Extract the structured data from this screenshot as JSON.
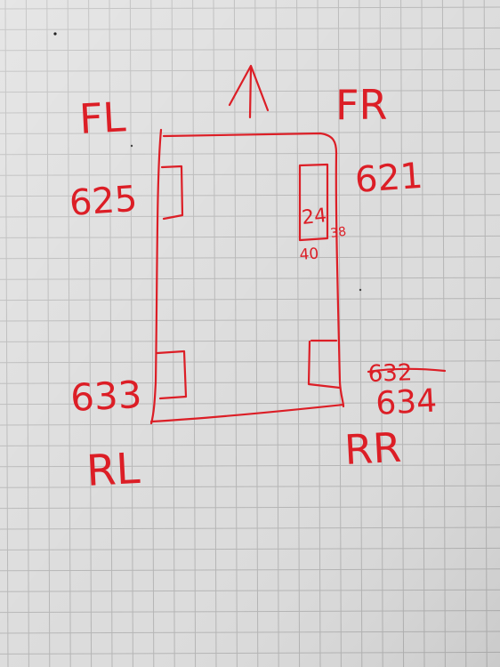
{
  "diagram": {
    "forward_arrow_glyph": "↑",
    "corners": {
      "front_left": "FL",
      "front_right": "FR",
      "rear_left": "RL",
      "rear_right": "RR"
    },
    "weights": {
      "front_left": "625",
      "front_right": "621",
      "rear_left": "633",
      "rear_right_struck": "632",
      "rear_right": "634"
    },
    "pad_dimensions": {
      "inner": "24",
      "side": "38",
      "bottom": "40"
    }
  },
  "colors": {
    "ink": "#dc1e26",
    "paper": "#dcdcdc",
    "grid": "#a9a9a9"
  }
}
